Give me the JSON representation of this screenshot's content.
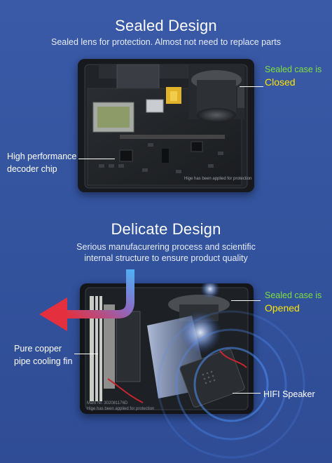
{
  "section1": {
    "title": "Sealed Design",
    "subtitle": "Sealed lens for protection. Almost not need to replace parts",
    "case_label_line1": "Sealed case is",
    "case_label_line2": "Closed",
    "chip_label_line1": "High performance",
    "chip_label_line2": "decoder chip",
    "board_print": "Hige has been applied for protection"
  },
  "section2": {
    "title": "Delicate Design",
    "subtitle_line1": "Serious manufacurering process and scientific",
    "subtitle_line2": "internal structure to ensure product quality",
    "case_label_line1": "Sealed case is",
    "case_label_line2": "Opened",
    "fin_label_line1": "Pure copper",
    "fin_label_line2": "pipe cooling fin",
    "speaker_label": "HIFI Speaker",
    "board_print_line1": "Mark Nr. 302081176D",
    "board_print_line2": "Hige has been applied for protection"
  },
  "colors": {
    "background": "#34549f",
    "accent_yellow": "#ffe400",
    "label_green": "#7fe13a",
    "arrow_red": "#e4303e",
    "arrow_blue": "#4fb0f5"
  }
}
